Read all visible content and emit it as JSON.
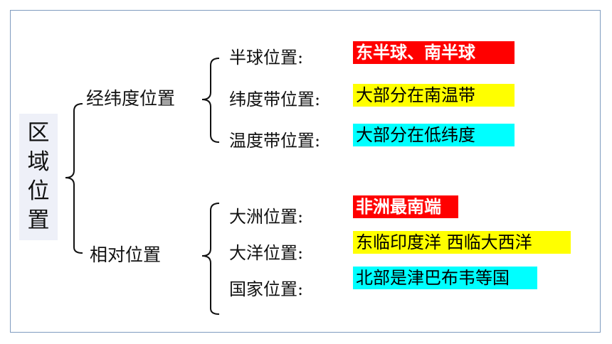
{
  "root": {
    "chars": [
      "区",
      "域",
      "位",
      "置"
    ]
  },
  "branches": [
    {
      "label": "经纬度位置",
      "items": [
        {
          "label": "半球位置:",
          "answer": "东半球、南半球",
          "highlight": "#ff0000"
        },
        {
          "label": "纬度带位置:",
          "answer": "大部分在南温带",
          "highlight": "#ffff00"
        },
        {
          "label": "温度带位置:",
          "answer": "大部分在低纬度",
          "highlight": "#00ffff"
        }
      ]
    },
    {
      "label": "相对位置",
      "items": [
        {
          "label": "大洲位置:",
          "answer": "非洲最南端",
          "highlight": "#ff0000"
        },
        {
          "label": "大洋位置:",
          "answer": "东临印度洋 西临大西洋",
          "highlight": "#ffff00"
        },
        {
          "label": "国家位置:",
          "answer": "北部是津巴布韦等国",
          "highlight": "#00ffff"
        }
      ]
    }
  ]
}
